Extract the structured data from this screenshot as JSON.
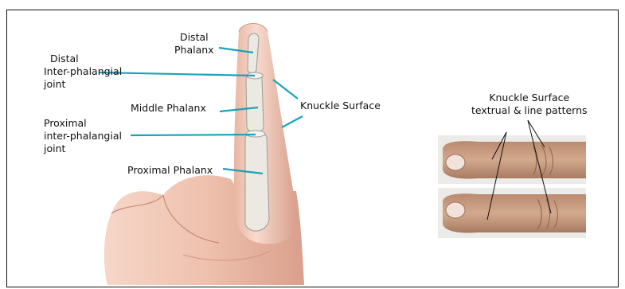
{
  "labels": {
    "distal_phalanx": [
      "Distal",
      "Phalanx"
    ],
    "distal_ip_joint": [
      "Distal",
      "Inter-phalangial",
      "joint"
    ],
    "middle_phalanx": "Middle Phalanx",
    "proximal_ip_joint": [
      "Proximal",
      "inter-phalangial",
      "joint"
    ],
    "proximal_phalanx": "Proximal Phalanx",
    "knuckle_surface": "Knuckle Surface",
    "knuckle_patterns": [
      "Knuckle Surface",
      "textrual & line patterns"
    ]
  },
  "colors": {
    "leader": "#1aa3b8",
    "skin": "#f0c6b4",
    "skin_shade": "#d79f8a",
    "bone": "#e8e6e0",
    "photo_bg": "#ececea",
    "photo_skin": "#c99a7e"
  }
}
